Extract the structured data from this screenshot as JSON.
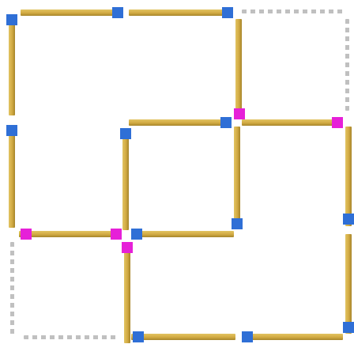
{
  "puzzle": {
    "colors": {
      "stick": "#d2aa42",
      "empty_slot": "#c0c0c0",
      "head_fixed": "#2f6fd6",
      "head_moved": "#e620d8"
    },
    "matchsticks": [
      {
        "id": "top-left-top",
        "kind": "matchstick",
        "head": "fixed"
      },
      {
        "id": "top-middle-top",
        "kind": "matchstick",
        "head": "fixed"
      },
      {
        "id": "left-upper",
        "kind": "matchstick",
        "head": "fixed"
      },
      {
        "id": "left-middle",
        "kind": "matchstick",
        "head": "fixed"
      },
      {
        "id": "upper-middle-vertical",
        "kind": "matchstick",
        "head": "moved"
      },
      {
        "id": "center-top",
        "kind": "matchstick",
        "head": "fixed"
      },
      {
        "id": "right-top-horizontal",
        "kind": "matchstick",
        "head": "moved"
      },
      {
        "id": "center-left",
        "kind": "matchstick",
        "head": "fixed"
      },
      {
        "id": "center-right",
        "kind": "matchstick",
        "head": "fixed"
      },
      {
        "id": "right-middle",
        "kind": "matchstick",
        "head": "fixed"
      },
      {
        "id": "left-bottom-horizontal",
        "kind": "matchstick",
        "head": "moved"
      },
      {
        "id": "center-bottom",
        "kind": "matchstick",
        "head": "fixed"
      },
      {
        "id": "lower-middle-vertical",
        "kind": "matchstick",
        "head": "moved"
      },
      {
        "id": "right-lower",
        "kind": "matchstick",
        "head": "fixed"
      },
      {
        "id": "bottom-middle",
        "kind": "matchstick",
        "head": "fixed"
      },
      {
        "id": "bottom-right",
        "kind": "matchstick",
        "head": "fixed"
      }
    ],
    "empty_slots": [
      {
        "id": "slot-top-right"
      },
      {
        "id": "slot-right-upper"
      },
      {
        "id": "slot-left-lower"
      },
      {
        "id": "slot-bottom-left"
      }
    ]
  }
}
